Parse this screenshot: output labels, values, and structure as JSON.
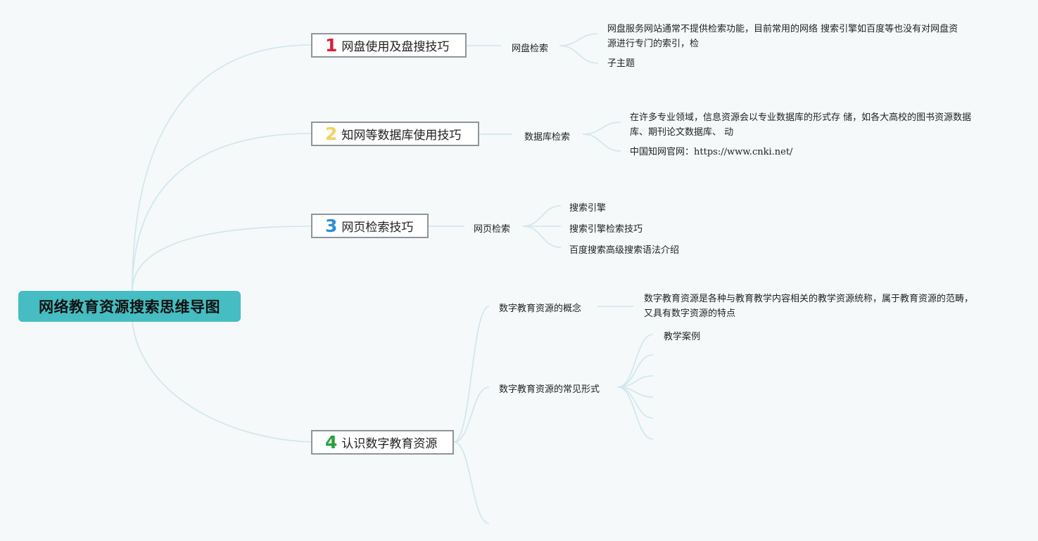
{
  "root": {
    "title": "网络教育资源搜索思维导图"
  },
  "colors": {
    "background": "#f5f9fa",
    "root_fill": "#45bdc2",
    "connector": "#cfe6ec",
    "topic_border": "#8f9599",
    "num1": "#d8203a",
    "num2": "#f2d25a",
    "num3": "#2b8fd6",
    "num4": "#27a33a"
  },
  "topics": [
    {
      "num": "1",
      "label": "网盘使用及盘搜技巧",
      "sub": "网盘检索",
      "leaves": [
        "网盘服务网站通常不提供检索功能，目前常用的网络 搜索引擎如百度等也没有对网盘资源进行专门的索引，检",
        "子主题"
      ]
    },
    {
      "num": "2",
      "label": "知网等数据库使用技巧",
      "sub": "数据库检索",
      "leaves": [
        "在许多专业领域，信息资源会以专业数据库的形式存 储，如各大高校的图书资源数据库、期刊论文数据库、 动",
        "中国知网官网："
      ],
      "url": "https://www.cnki.net/"
    },
    {
      "num": "3",
      "label": "网页检索技巧",
      "sub": "网页检索",
      "leaves": [
        "搜索引擎",
        "搜索引擎检索技巧",
        "百度搜索高级搜索语法介绍"
      ]
    },
    {
      "num": "4",
      "label": "认识数字教育资源",
      "subs": [
        {
          "label": "数字教育资源的概念",
          "leaf": "数字教育资源是各种与教育教学内容相关的教学资源统称，属于教育资源的范畴，又具有数字资源的特点"
        },
        {
          "label": "数字教育资源的常见形式",
          "leaves": [
            "教学案例"
          ]
        }
      ]
    }
  ]
}
